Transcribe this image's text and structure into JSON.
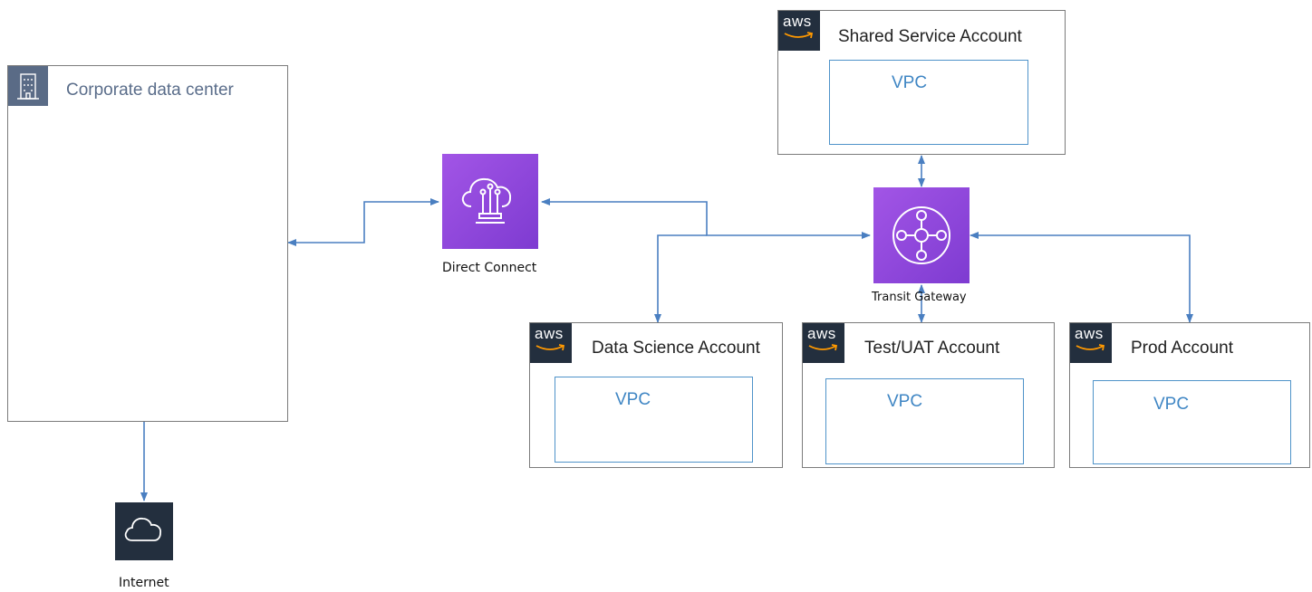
{
  "corporate_dc": {
    "title": "Corporate data center",
    "icon": "building-icon"
  },
  "internet": {
    "label": "Internet",
    "icon": "cloud-icon"
  },
  "direct_connect": {
    "label": "Direct Connect",
    "icon": "direct-connect-icon"
  },
  "transit_gateway": {
    "label": "Transit Gateway",
    "icon": "transit-gateway-icon"
  },
  "aws_logo_text": "aws",
  "accounts": {
    "shared": {
      "title": "Shared Service Account",
      "vpc": "VPC"
    },
    "data_science": {
      "title": "Data Science Account",
      "vpc": "VPC"
    },
    "test_uat": {
      "title": "Test/UAT Account",
      "vpc": "VPC"
    },
    "prod": {
      "title": "Prod Account",
      "vpc": "VPC"
    }
  },
  "colors": {
    "connector": "#4a7fc1",
    "aws_badge": "#232f3e",
    "service_purple": "#8c45d9",
    "vpc_border": "#4f93c9",
    "corp_header": "#5a6b86"
  }
}
